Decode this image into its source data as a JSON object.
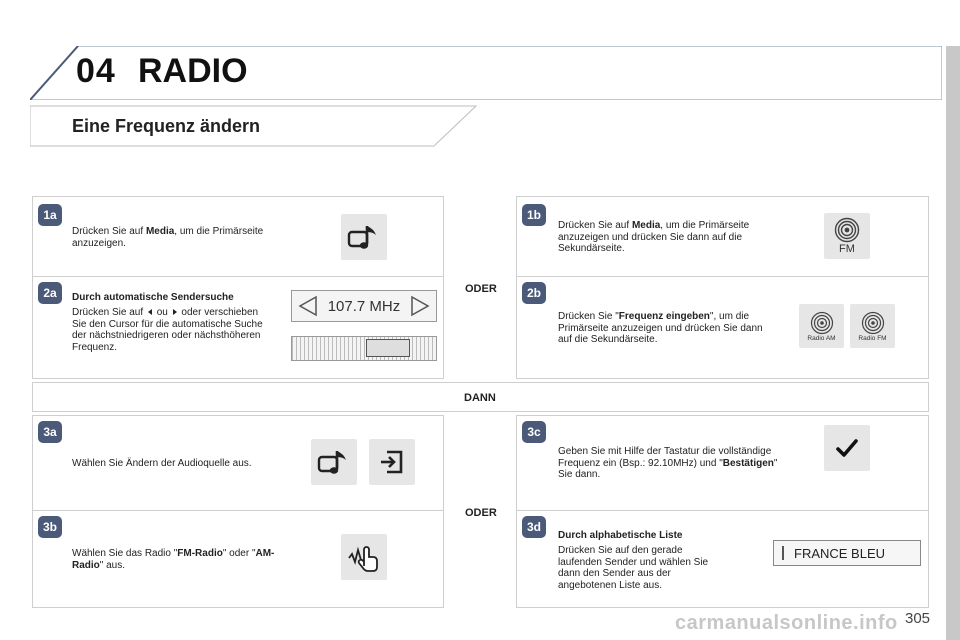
{
  "header": {
    "chapter_number": "04",
    "chapter_title": "RADIO"
  },
  "section_title": "Eine Frequenz ändern",
  "steps": {
    "s1a": {
      "badge": "1a",
      "pre": "Drücken Sie auf ",
      "bold": "Media",
      "post": ", um die Primärseite anzuzeigen."
    },
    "s1b": {
      "badge": "1b",
      "pre": "Drücken Sie auf ",
      "bold": "Media",
      "post": ", um die Primärseite anzuzeigen und drücken Sie dann auf die Sekundärseite.",
      "icon_label": "FM"
    },
    "s2a": {
      "badge": "2a",
      "heading": "Durch automatische Sendersuche",
      "pre": "Drücken Sie auf ",
      "mid": " ou ",
      "post": " oder verschieben Sie den Cursor für die automatische Suche der nächstniedrigeren oder nächsthöheren Frequenz.",
      "frequency": "107.7 MHz"
    },
    "s2b": {
      "badge": "2b",
      "pre": "Drücken Sie \"",
      "bold": "Frequenz eingeben",
      "post": "\", um die Primärseite anzuzeigen und drücken Sie dann auf die Sekundärseite.",
      "btn_am": "Radio AM",
      "btn_fm": "Radio FM"
    },
    "s3a": {
      "badge": "3a",
      "text": "Wählen Sie Ändern der Audioquelle aus."
    },
    "s3b": {
      "badge": "3b",
      "pre": "Wählen Sie das Radio \"",
      "bold1": "FM-Radio",
      "mid": "\" oder \"",
      "bold2": "AM-Radio",
      "post": "\" aus."
    },
    "s3c": {
      "badge": "3c",
      "pre": "Geben Sie mit Hilfe der Tastatur die vollständige Frequenz ein (Bsp.: 92.10MHz) und \"",
      "bold": "Bestätigen",
      "post": "\" Sie dann."
    },
    "s3d": {
      "badge": "3d",
      "heading": "Durch alphabetische Liste",
      "text": "Drücken Sie auf den gerade laufenden Sender und wählen Sie dann den Sender aus der angebotenen Liste aus.",
      "station": "FRANCE BLEU"
    }
  },
  "oder_top": "ODER",
  "dann": "DANN",
  "oder_bottom": "ODER",
  "page_number": "305",
  "watermark": "carmanualsonline.info",
  "icons": [
    "media-music-icon",
    "fm-radio-icon",
    "left-arrow-icon",
    "right-arrow-icon",
    "radio-am-icon",
    "radio-fm-icon",
    "audio-source-icon",
    "exit-icon",
    "hand-tap-icon",
    "checkmark-icon"
  ]
}
